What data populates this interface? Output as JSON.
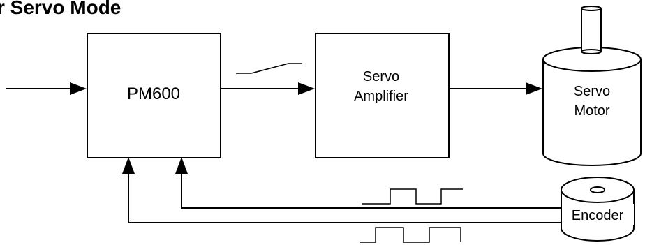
{
  "title": "r Servo Mode",
  "blocks": {
    "controller": "PM600",
    "amplifier_line1": "Servo",
    "amplifier_line2": "Amplifier",
    "motor_line1": "Servo",
    "motor_line2": "Motor",
    "encoder": "Encoder"
  },
  "colors": {
    "stroke": "#000000",
    "fill": "#ffffff"
  },
  "icons": [
    "switch-icon",
    "arrowhead-icon",
    "pulse-train-icon",
    "motor-cylinder-icon",
    "encoder-disc-icon"
  ]
}
